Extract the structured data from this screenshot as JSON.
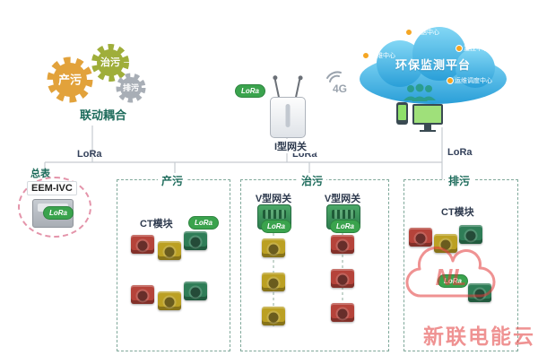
{
  "colors": {
    "lora_green": "#3aa34d",
    "cloud_blue": "#2a9fd8",
    "watermark_red": "#e23a3a",
    "gear_orange": "#e2a23b",
    "gear_green": "#9fae3a",
    "gear_gray": "#a8aeb6"
  },
  "gears": {
    "produce": "产污",
    "treat": "治污",
    "discharge": "排污",
    "caption": "联动耦合"
  },
  "net": {
    "lora": "LoRa",
    "g4": "4G"
  },
  "gateway": {
    "type1": "I型网关",
    "typeV": "V型网关"
  },
  "cloud": {
    "title": "环保监测平台",
    "node_top": "数据中心",
    "node_left": "运维中心",
    "node_right": "监控中心",
    "node_bottom": "运维调度中心"
  },
  "meter": {
    "label": "总表",
    "model": "EEM-IVC"
  },
  "sections": {
    "produce": {
      "label": "产污",
      "module": "CT模块"
    },
    "treat": {
      "label": "治污"
    },
    "discharge": {
      "label": "排污",
      "module": "CT模块"
    }
  },
  "watermark": {
    "logo": "NL",
    "text": "新联电能云"
  }
}
